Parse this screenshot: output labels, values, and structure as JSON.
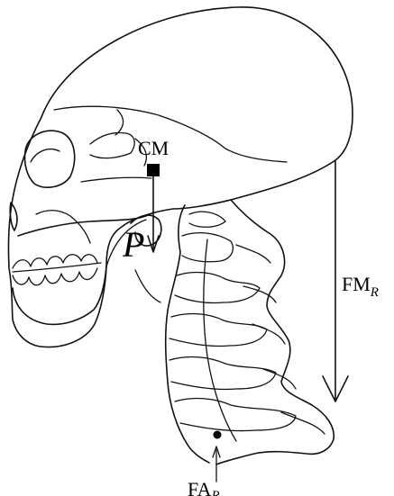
{
  "labels": {
    "center_of_mass": "CM",
    "force_p": "P",
    "muscle_force": "FM",
    "muscle_force_sub": "R",
    "axis_force": "FA",
    "axis_force_sub": "R"
  },
  "colors": {
    "ink": "#111111",
    "background": "#ffffff"
  }
}
